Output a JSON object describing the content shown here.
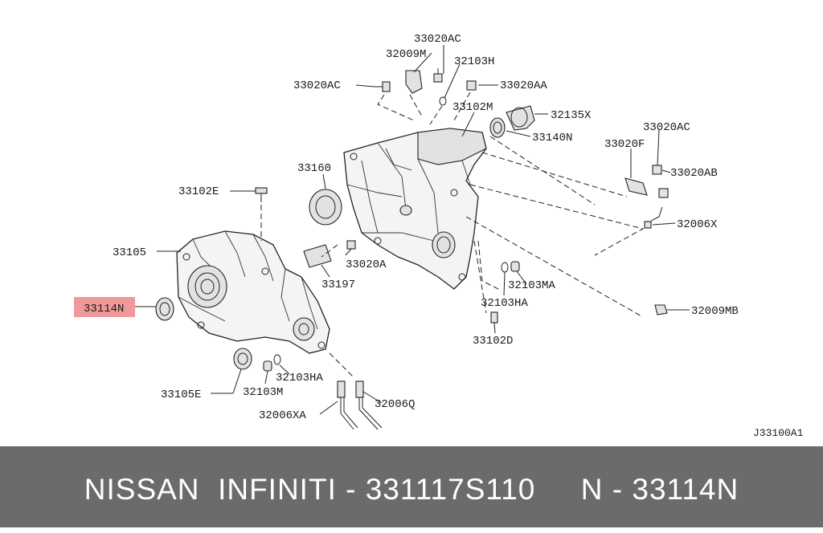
{
  "highlight_color": "#f0999b",
  "footer": {
    "text": "NISSAN  INFINITI - 331117S110     N - 33114N"
  },
  "diagram": {
    "ref_code": "J33100A1",
    "labels": {
      "p33020AC_top": "33020AC",
      "p32009M": "32009M",
      "p32103H": "32103H",
      "p33020AC_left": "33020AC",
      "p33020AA": "33020AA",
      "p33102M": "33102M",
      "p32135X": "32135X",
      "p33140N": "33140N",
      "p33020AC_right": "33020AC",
      "p33020F": "33020F",
      "p33020AB": "33020AB",
      "p32006X": "32006X",
      "p33160": "33160",
      "p33102E": "33102E",
      "p33105": "33105",
      "p33020A": "33020A",
      "p33197": "33197",
      "p32103MA": "32103MA",
      "p32103HA_right": "32103HA",
      "p32009MB": "32009MB",
      "p33114N": "33114N",
      "p33102D": "33102D",
      "p32103HA_low": "32103HA",
      "p33105E": "33105E",
      "p32103M": "32103M",
      "p32006Q": "32006Q",
      "p32006XA": "32006XA"
    }
  }
}
